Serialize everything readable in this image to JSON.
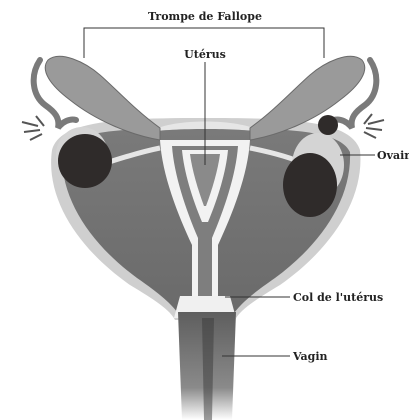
{
  "labels": {
    "fallopian_tube": "Trompe de Fallope",
    "uterus": "Utérus",
    "ovary": "Ovaire",
    "cervix": "Col de l'utérus",
    "vagina": "Vagin"
  },
  "colors": {
    "tissue_dark": "#6b6b6b",
    "tissue_mid": "#8e8e8e",
    "tissue_light": "#d9d9d9",
    "lining": "#f2f2f2",
    "mass": "#2f2b2a",
    "line": "#333333"
  }
}
